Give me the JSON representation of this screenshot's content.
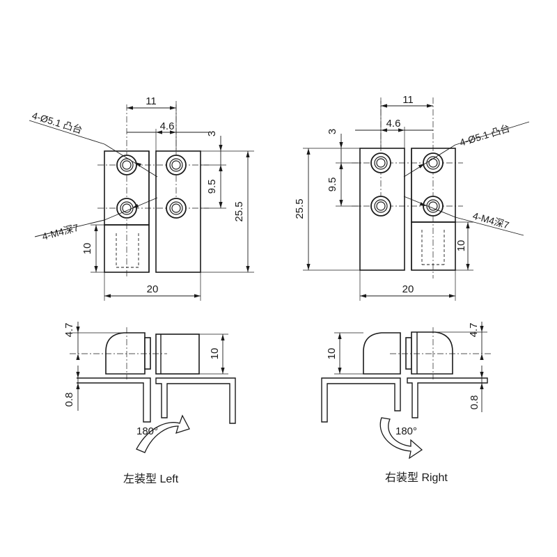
{
  "left": {
    "top_view": {
      "dim_width_top": "11",
      "dim_offset": "4.6",
      "dim_edge": "3",
      "dim_pitch": "9.5",
      "dim_height": "25.5",
      "dim_knuckle": "10",
      "dim_width_total": "20",
      "note_boss": "4-Ø5.1 凸台",
      "note_thread": "4-M4深7"
    },
    "side_view": {
      "dim_radius": "4.7",
      "dim_height": "10",
      "dim_thickness": "0.8",
      "rotation": "180°"
    },
    "caption": "左装型 Left"
  },
  "right": {
    "top_view": {
      "dim_width_top": "11",
      "dim_offset": "4.6",
      "dim_edge": "3",
      "dim_pitch": "9.5",
      "dim_height": "25.5",
      "dim_knuckle": "10",
      "dim_width_total": "20",
      "note_boss": "4-Ø5.1 凸台",
      "note_thread": "4-M4深7"
    },
    "side_view": {
      "dim_radius": "4.7",
      "dim_height": "10",
      "dim_thickness": "0.8",
      "rotation": "180°"
    },
    "caption": "右装型 Right"
  }
}
